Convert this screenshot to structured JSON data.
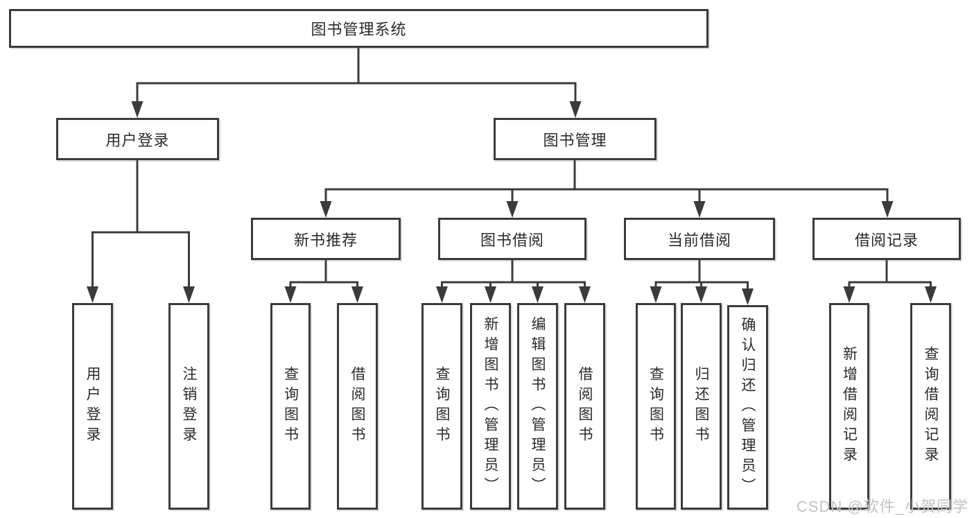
{
  "diagram": {
    "root": {
      "label": "图书管理系统"
    },
    "branches": [
      {
        "label": "用户登录",
        "children": [
          {
            "label": "用户登录"
          },
          {
            "label": "注销登录"
          }
        ]
      },
      {
        "label": "图书管理",
        "children": [
          {
            "label": "新书推荐",
            "children": [
              {
                "label": "查询图书"
              },
              {
                "label": "借阅图书"
              }
            ]
          },
          {
            "label": "图书借阅",
            "children": [
              {
                "label": "查询图书"
              },
              {
                "label": "新增图书（管理员）"
              },
              {
                "label": "编辑图书（管理员）"
              },
              {
                "label": "借阅图书"
              }
            ]
          },
          {
            "label": "当前借阅",
            "children": [
              {
                "label": "查询图书"
              },
              {
                "label": "归还图书"
              },
              {
                "label": "确认归还（管理员）"
              }
            ]
          },
          {
            "label": "借阅记录",
            "children": [
              {
                "label": "新增借阅记录"
              },
              {
                "label": "查询借阅记录"
              }
            ]
          }
        ]
      }
    ]
  },
  "watermark": {
    "text": "CSDN @软件_小贺同学"
  },
  "colors": {
    "line": "#3b3b3b",
    "text": "#2a2a2a",
    "watermark": "#c2c2c2",
    "background": "#ffffff"
  }
}
